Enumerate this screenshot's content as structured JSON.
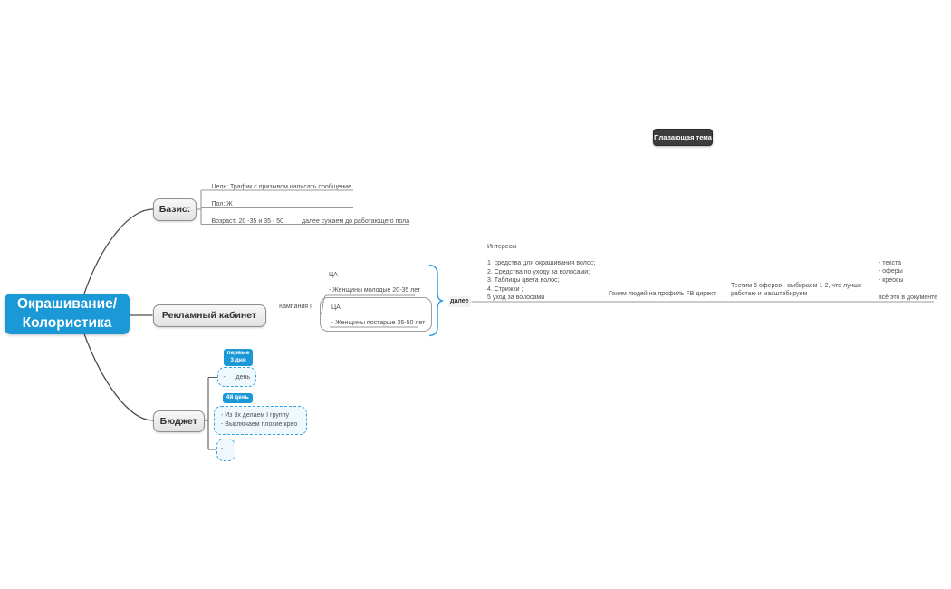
{
  "accent_blue": "#1b98d6",
  "root": {
    "label": "Окрашивание/\nКолористика"
  },
  "floating_topic": {
    "label": "Плавающая тема"
  },
  "basis": {
    "label": "Базис:",
    "goal": "Цель: Трафик с призывом написать сообщение",
    "gender": "Пол: Ж",
    "age": "Возраст: 20 -35 и 35 - 50",
    "age_note": "далее сужаем до работающего пола"
  },
  "cabinet": {
    "label": "Рекламный кабинет",
    "campaign": "Кампания I",
    "audience1": "ЦА\n\n- Женщины молодые 20-35 лет",
    "audience2": "ЦА\n\n- Женщины постарше 35-50 лет",
    "next_label": "далее",
    "interests": "Интересы\n\n1  средства для окрашивания волос;\n2. Средства по уходу за волосами;\n3. Таблицы цвета волос;\n4. Стрижки ;\n5 уход за волосами",
    "funnel": "Гоним людей на профиль FB директ",
    "testing": "Тестим 6 оферов - выбираем 1-2, что лучше\nработаю и масштабируем",
    "materials": "- текста\n- оферы\n- креосы\n\nвсё это в документе"
  },
  "budget": {
    "label": "Бюджет",
    "tag_first_days": "первые\n3 дня",
    "first_days_item": "-      день",
    "tag_day4": "4й день",
    "day4_item": "- Из 3х делаем I группу\n- Выключаем плохие крео",
    "reserve_item": "-"
  }
}
